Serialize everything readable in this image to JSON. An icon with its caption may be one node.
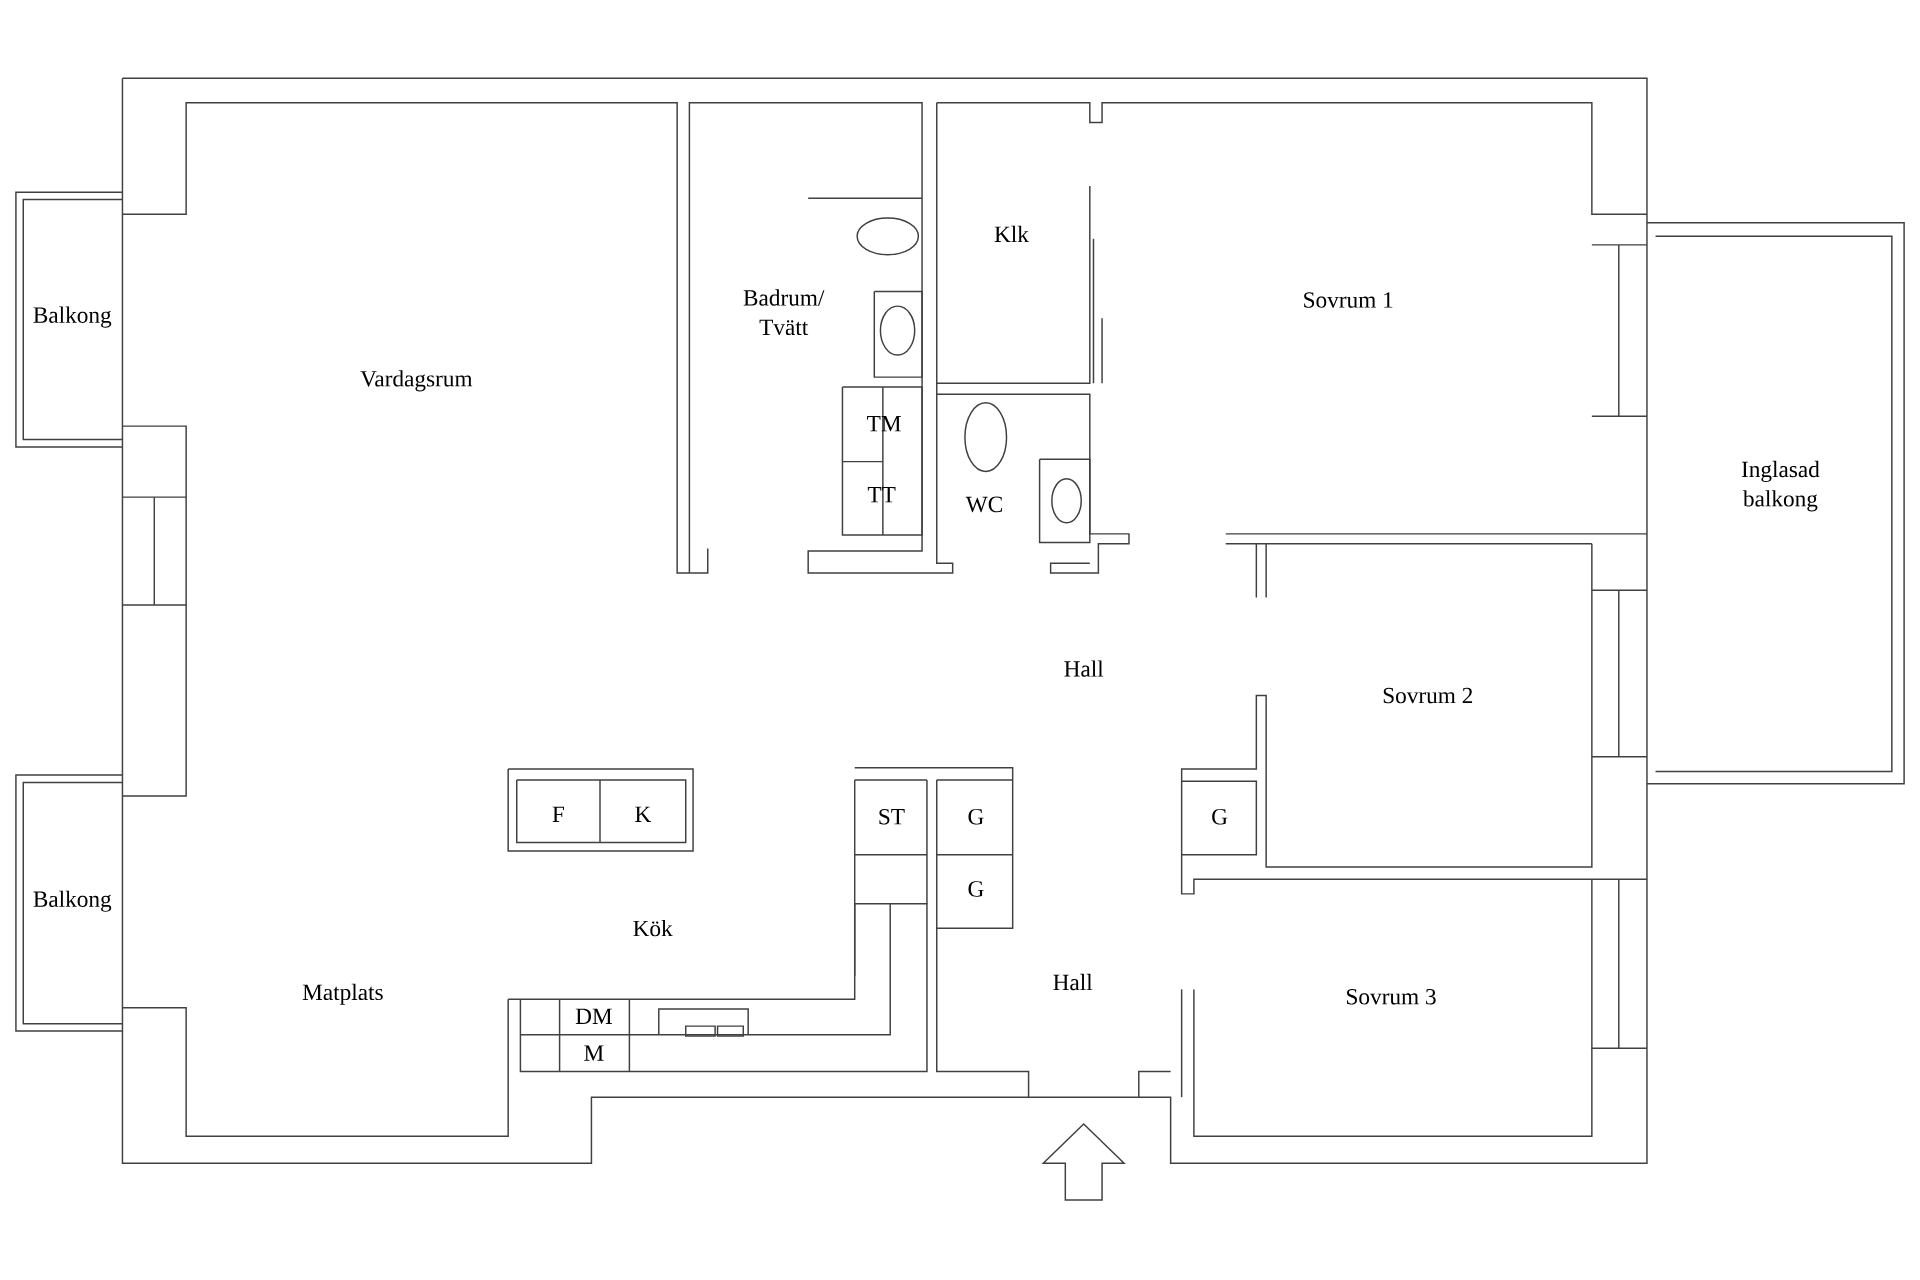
{
  "diagram": {
    "labels": [
      "Balkong",
      "Vardagsrum",
      "Badrum/ Tvätt",
      "Klk",
      "Sovrum 1",
      "TM",
      "TT",
      "WC",
      "Inglasad balkong",
      "Hall",
      "Sovrum 2",
      "F",
      "K",
      "ST",
      "G",
      "G",
      "G",
      "Balkong",
      "Kök",
      "Matplats",
      "Hall",
      "Sovrum 3",
      "DM",
      "M"
    ]
  }
}
